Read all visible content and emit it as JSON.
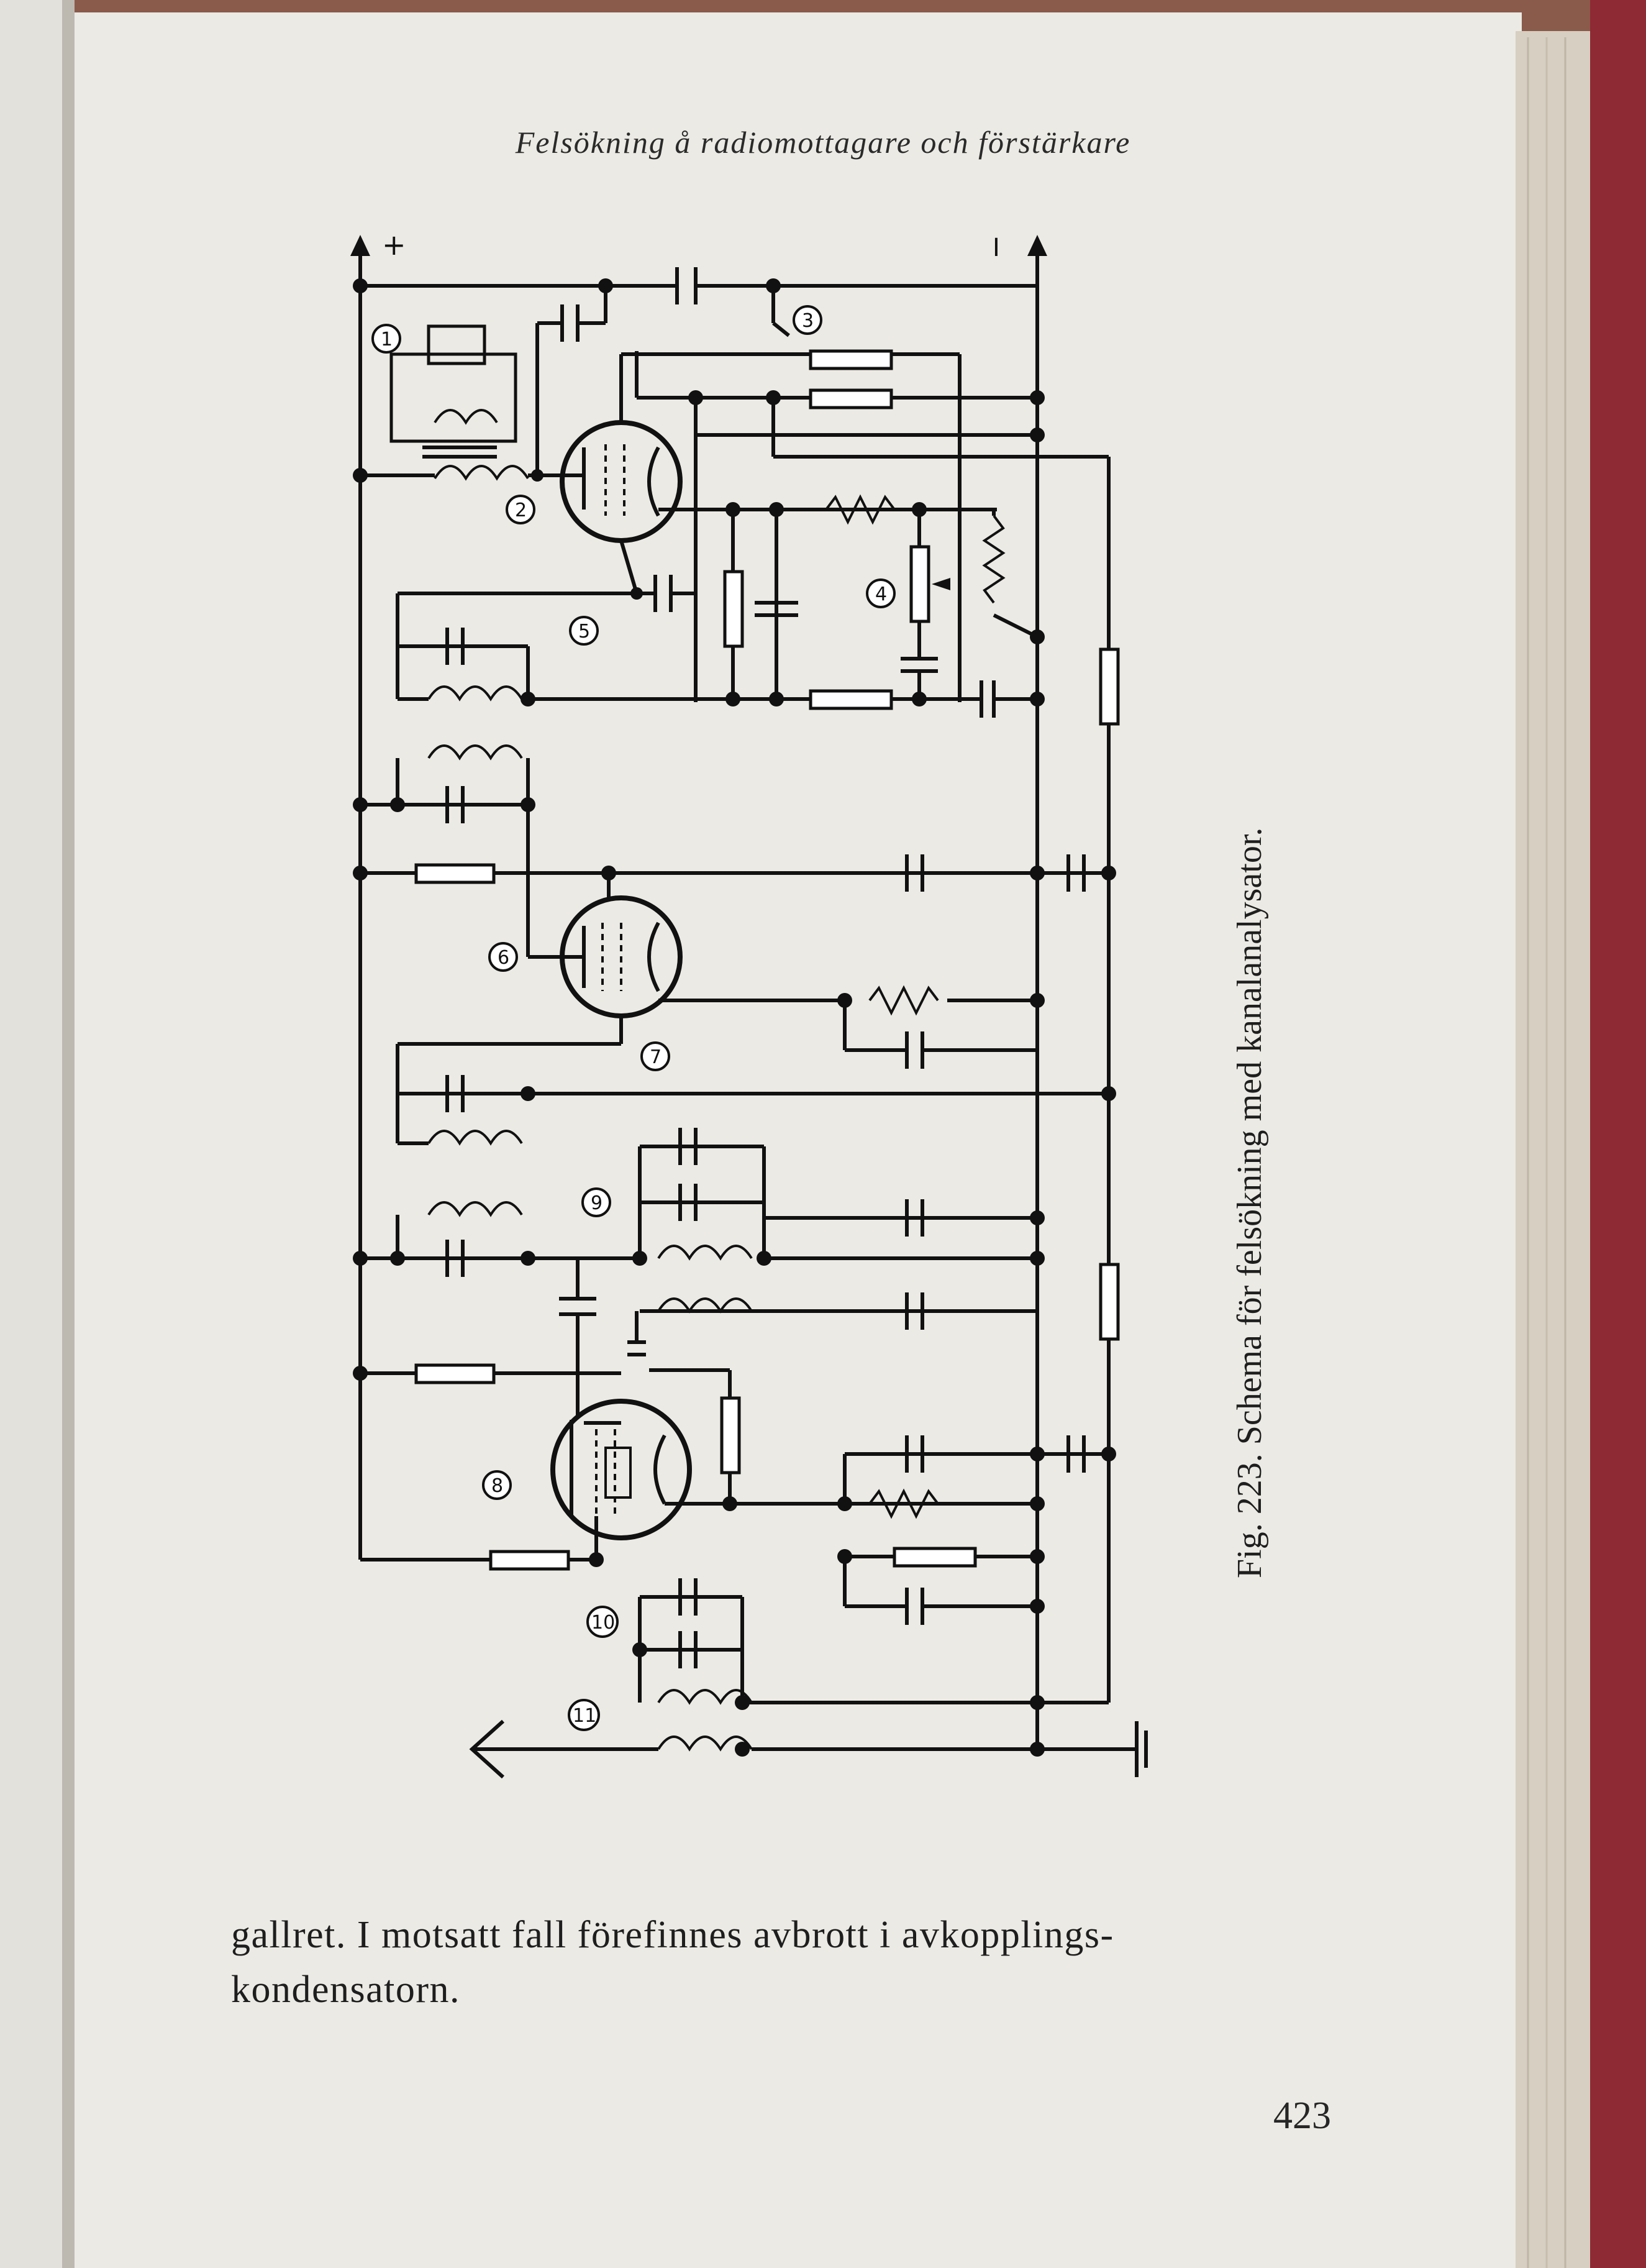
{
  "page": {
    "running_head": "Felsökning å radiomottagare och förstärkare",
    "body_lines": [
      "gallret. I motsatt fall förefinnes avbrott i avkopplings-",
      "kondensatorn."
    ],
    "page_number": "423"
  },
  "figure": {
    "caption": "Fig. 223. Schema för felsökning med kanalanalysator.",
    "plus_label": "+",
    "minus_label": "I",
    "markers": [
      "1",
      "2",
      "3",
      "4",
      "5",
      "6",
      "7",
      "8",
      "9",
      "10",
      "11"
    ]
  }
}
